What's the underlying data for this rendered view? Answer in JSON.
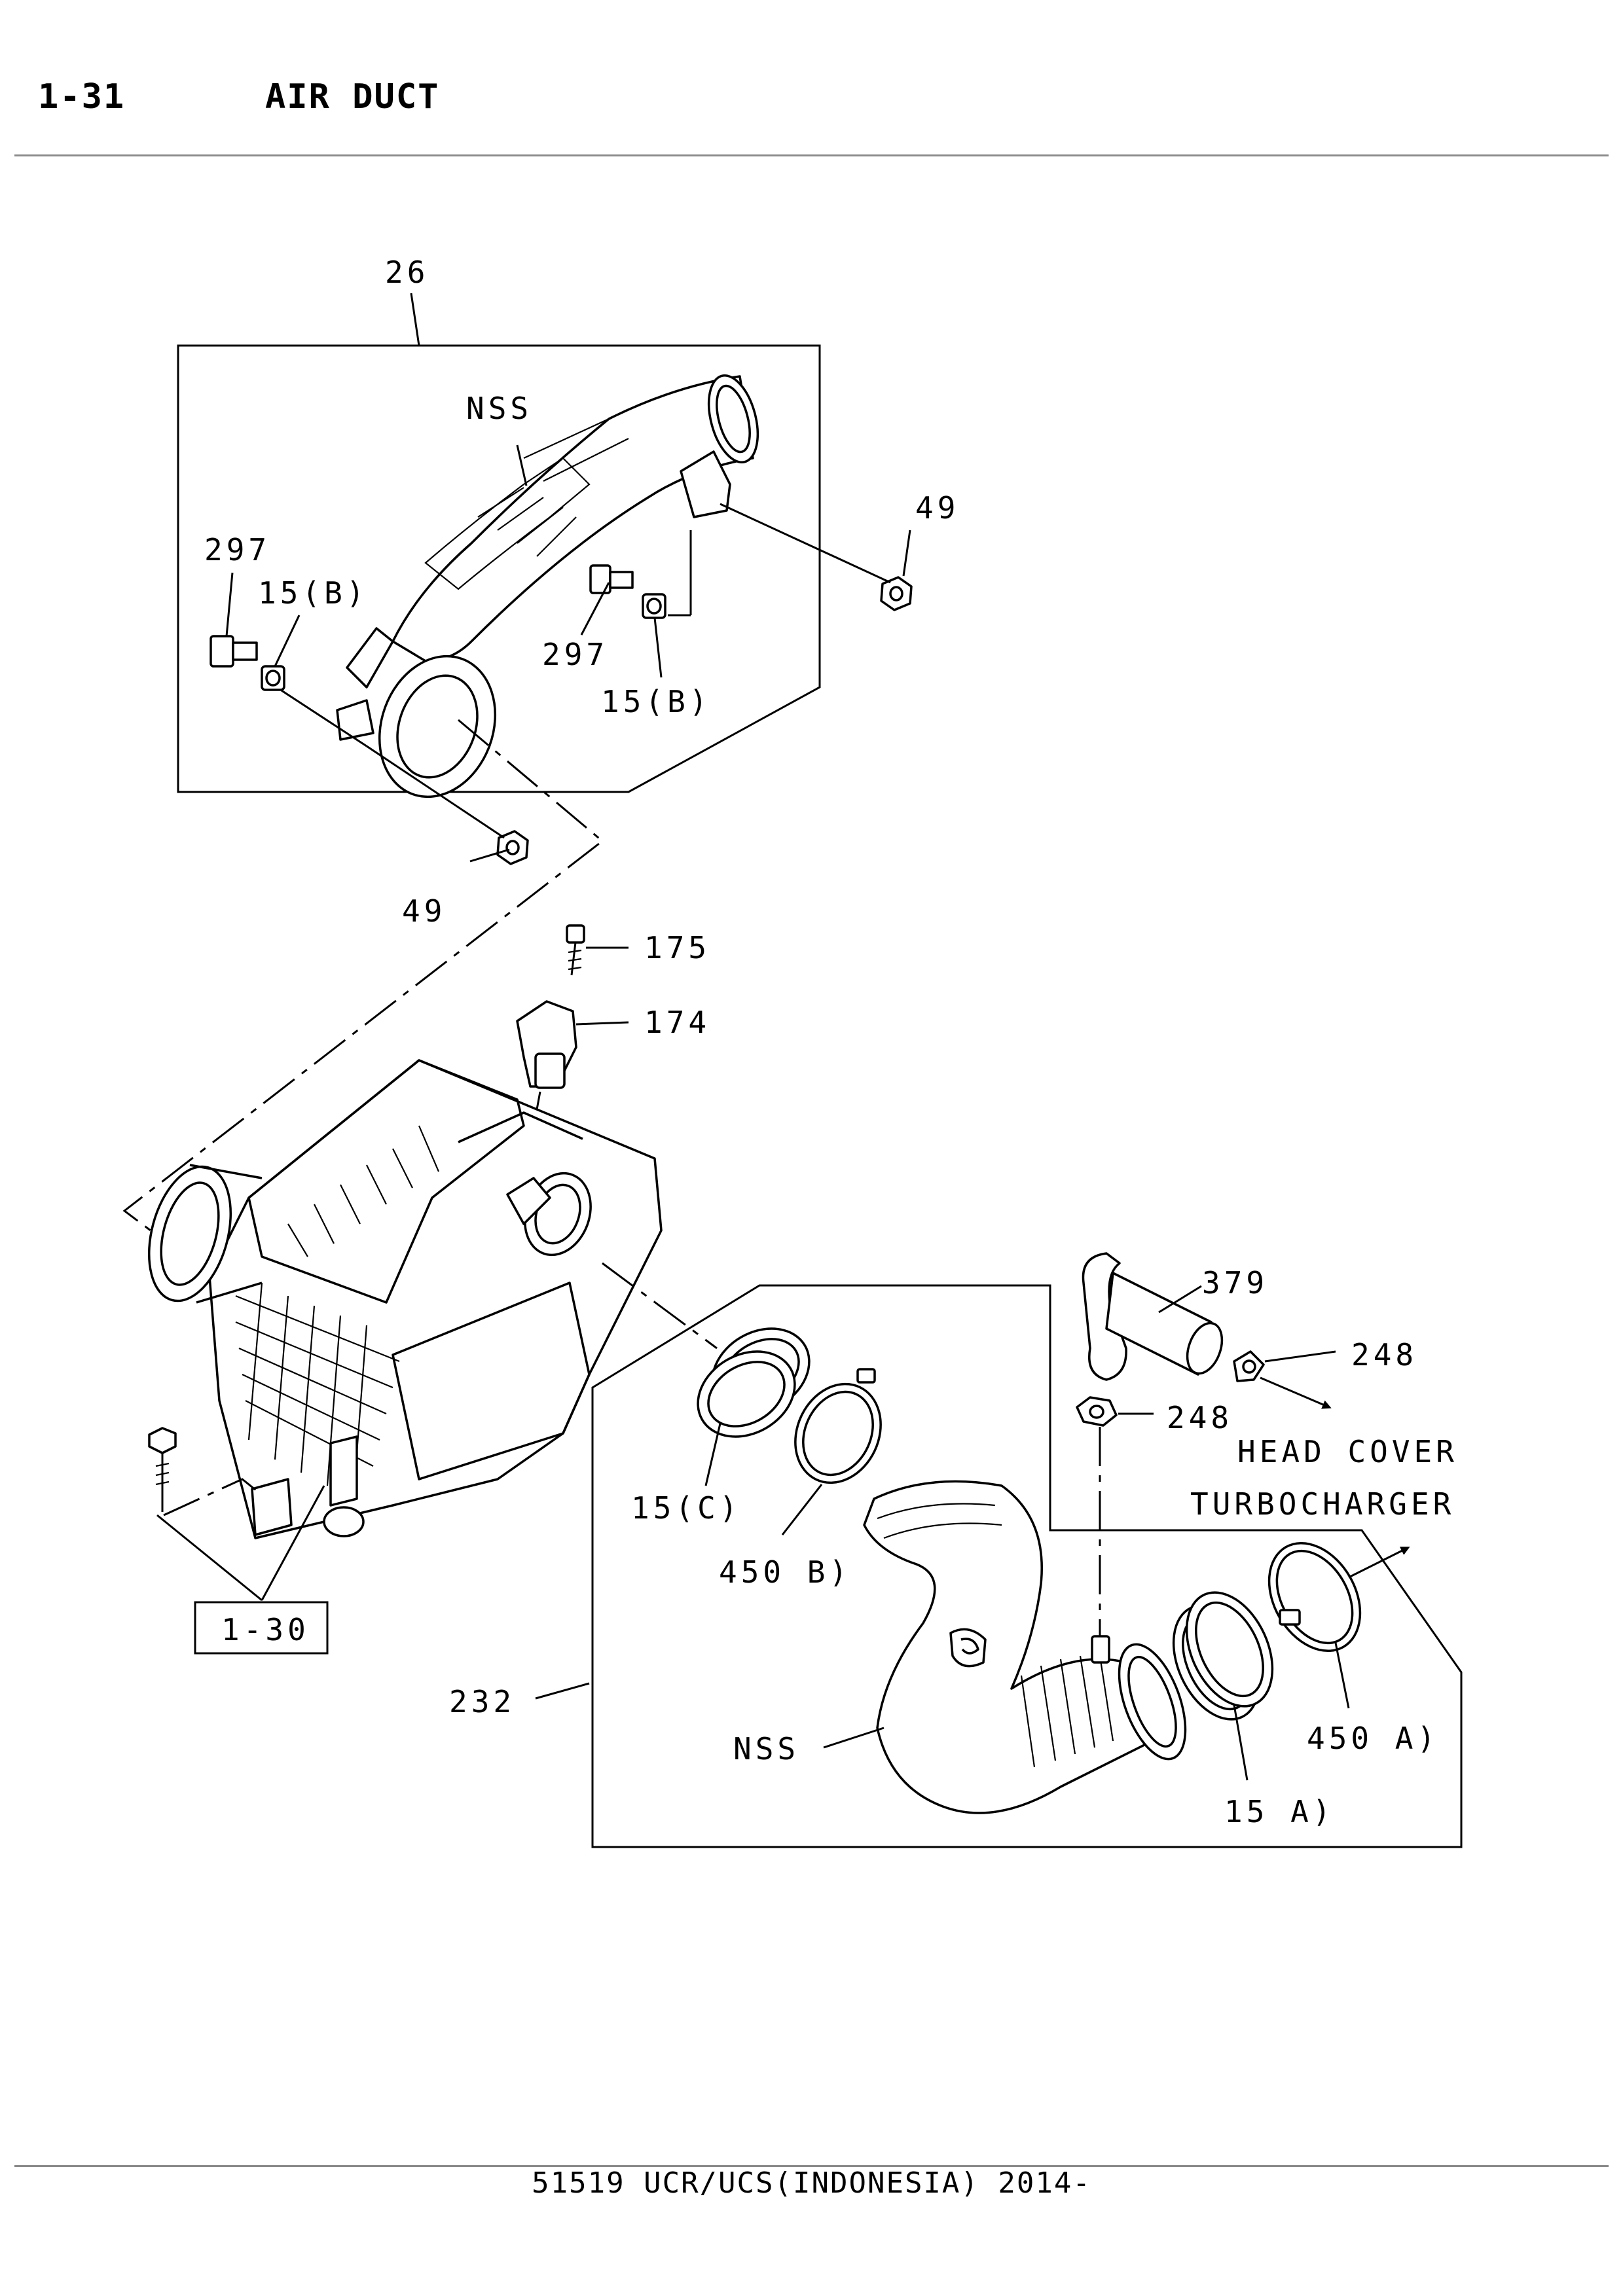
{
  "header": {
    "section_number": "1-31",
    "title": "AIR DUCT"
  },
  "footer": {
    "text": "51519 UCR/UCS(INDONESIA) 2014-"
  },
  "callouts": {
    "c26": "26",
    "nss_top": "NSS",
    "c49_top": "49",
    "c297_left": "297",
    "c15b_left": "15(B)",
    "c297_right": "297",
    "c15b_right": "15(B)",
    "c49_bottom": "49",
    "c175": "175",
    "c174": "174",
    "c379": "379",
    "c248_a": "248",
    "c248_b": "248",
    "head_cover": "HEAD COVER",
    "turbocharger": "TURBOCHARGER",
    "c15c": "15(C)",
    "c450b": "450 B)",
    "ref_1_30": "1-30",
    "c232": "232",
    "nss_bottom": "NSS",
    "c450a": "450 A)",
    "c15a": "15 A)"
  }
}
